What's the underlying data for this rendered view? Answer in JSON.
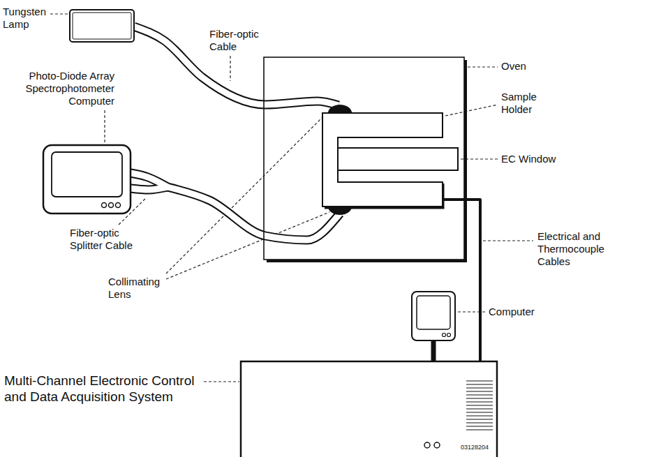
{
  "diagram": {
    "nodes": [
      {
        "text": [
          "Tungsten Lamp"
        ]
      },
      {
        "text": [
          "Photo-Diode Array Spectrophotometer Computer"
        ]
      },
      {
        "text": [
          "Oven"
        ]
      },
      {
        "text": [
          "Sample Holder"
        ],
        "in": 2
      },
      {
        "text": [
          "EC Window"
        ],
        "in": 3
      },
      {
        "text": [
          "Computer"
        ]
      },
      {
        "text": [
          "Multi-Channel Electronic Control and Data Acquisition System"
        ]
      }
    ],
    "edges": [
      {
        "from": 0,
        "to": 3,
        "label": "Fiber-optic Cable",
        "arrow": "none"
      },
      {
        "from": 1,
        "to": 3,
        "label": "Fiber-optic Splitter Cable",
        "arrow": "none"
      },
      {
        "from": 3,
        "to": 6,
        "label": "Electrical and Thermocouple Cables",
        "arrow": "none"
      },
      {
        "from": 5,
        "to": 6,
        "arrow": "none"
      }
    ],
    "labels": [
      "Collimating Lens",
      "03128204"
    ]
  }
}
